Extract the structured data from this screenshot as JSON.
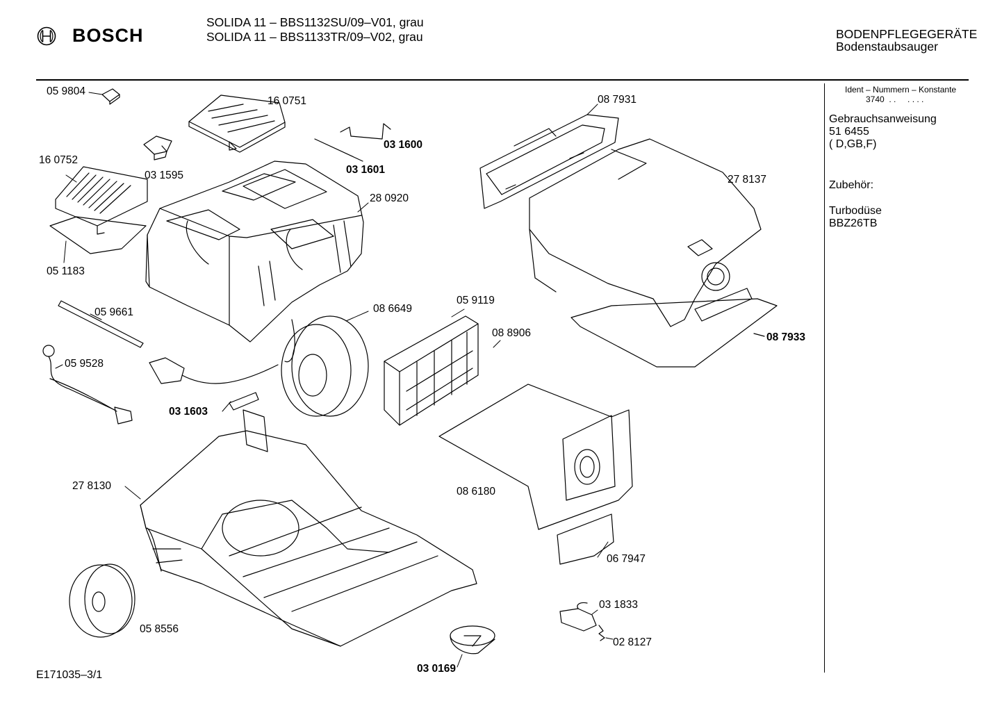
{
  "header": {
    "brand": "BOSCH",
    "models": [
      "SOLIDA 11 – BBS1132SU/09–V01, grau",
      "SOLIDA 11 – BBS1133TR/09–V02, grau"
    ],
    "category": "BODENPFLEGEGERÄTE",
    "subcategory": "Bodenstaubsauger"
  },
  "sidebar": {
    "ident_label": "Ident – Nummern – Konstante",
    "ident_value": "3740  . .     . . . .",
    "manual_label": "Gebrauchsanweisung",
    "manual_number": "51 6455",
    "manual_languages": "( D,GB,F)",
    "accessories_label": "Zubehör:",
    "accessory_name": "Turbodüse",
    "accessory_code": "BBZ26TB"
  },
  "parts": [
    {
      "id": "05 9804",
      "bold": false
    },
    {
      "id": "16 0751",
      "bold": false
    },
    {
      "id": "03 1600",
      "bold": true
    },
    {
      "id": "03 1601",
      "bold": true
    },
    {
      "id": "03 1595",
      "bold": false
    },
    {
      "id": "16 0752",
      "bold": false
    },
    {
      "id": "28 0920",
      "bold": false
    },
    {
      "id": "05 1183",
      "bold": false
    },
    {
      "id": "08 7931",
      "bold": false
    },
    {
      "id": "27 8137",
      "bold": false
    },
    {
      "id": "05 9661",
      "bold": false
    },
    {
      "id": "08 6649",
      "bold": false
    },
    {
      "id": "05 9119",
      "bold": false
    },
    {
      "id": "08 8906",
      "bold": false
    },
    {
      "id": "08 7933",
      "bold": true
    },
    {
      "id": "05 9528",
      "bold": false
    },
    {
      "id": "03 1603",
      "bold": true
    },
    {
      "id": "27 8130",
      "bold": false
    },
    {
      "id": "08 6180",
      "bold": false
    },
    {
      "id": "06 7947",
      "bold": false
    },
    {
      "id": "05 8556",
      "bold": false
    },
    {
      "id": "03 1833",
      "bold": false
    },
    {
      "id": "02 8127",
      "bold": false
    },
    {
      "id": "03 0169",
      "bold": true
    }
  ],
  "footer": {
    "doc_id": "E171035–3/1"
  }
}
